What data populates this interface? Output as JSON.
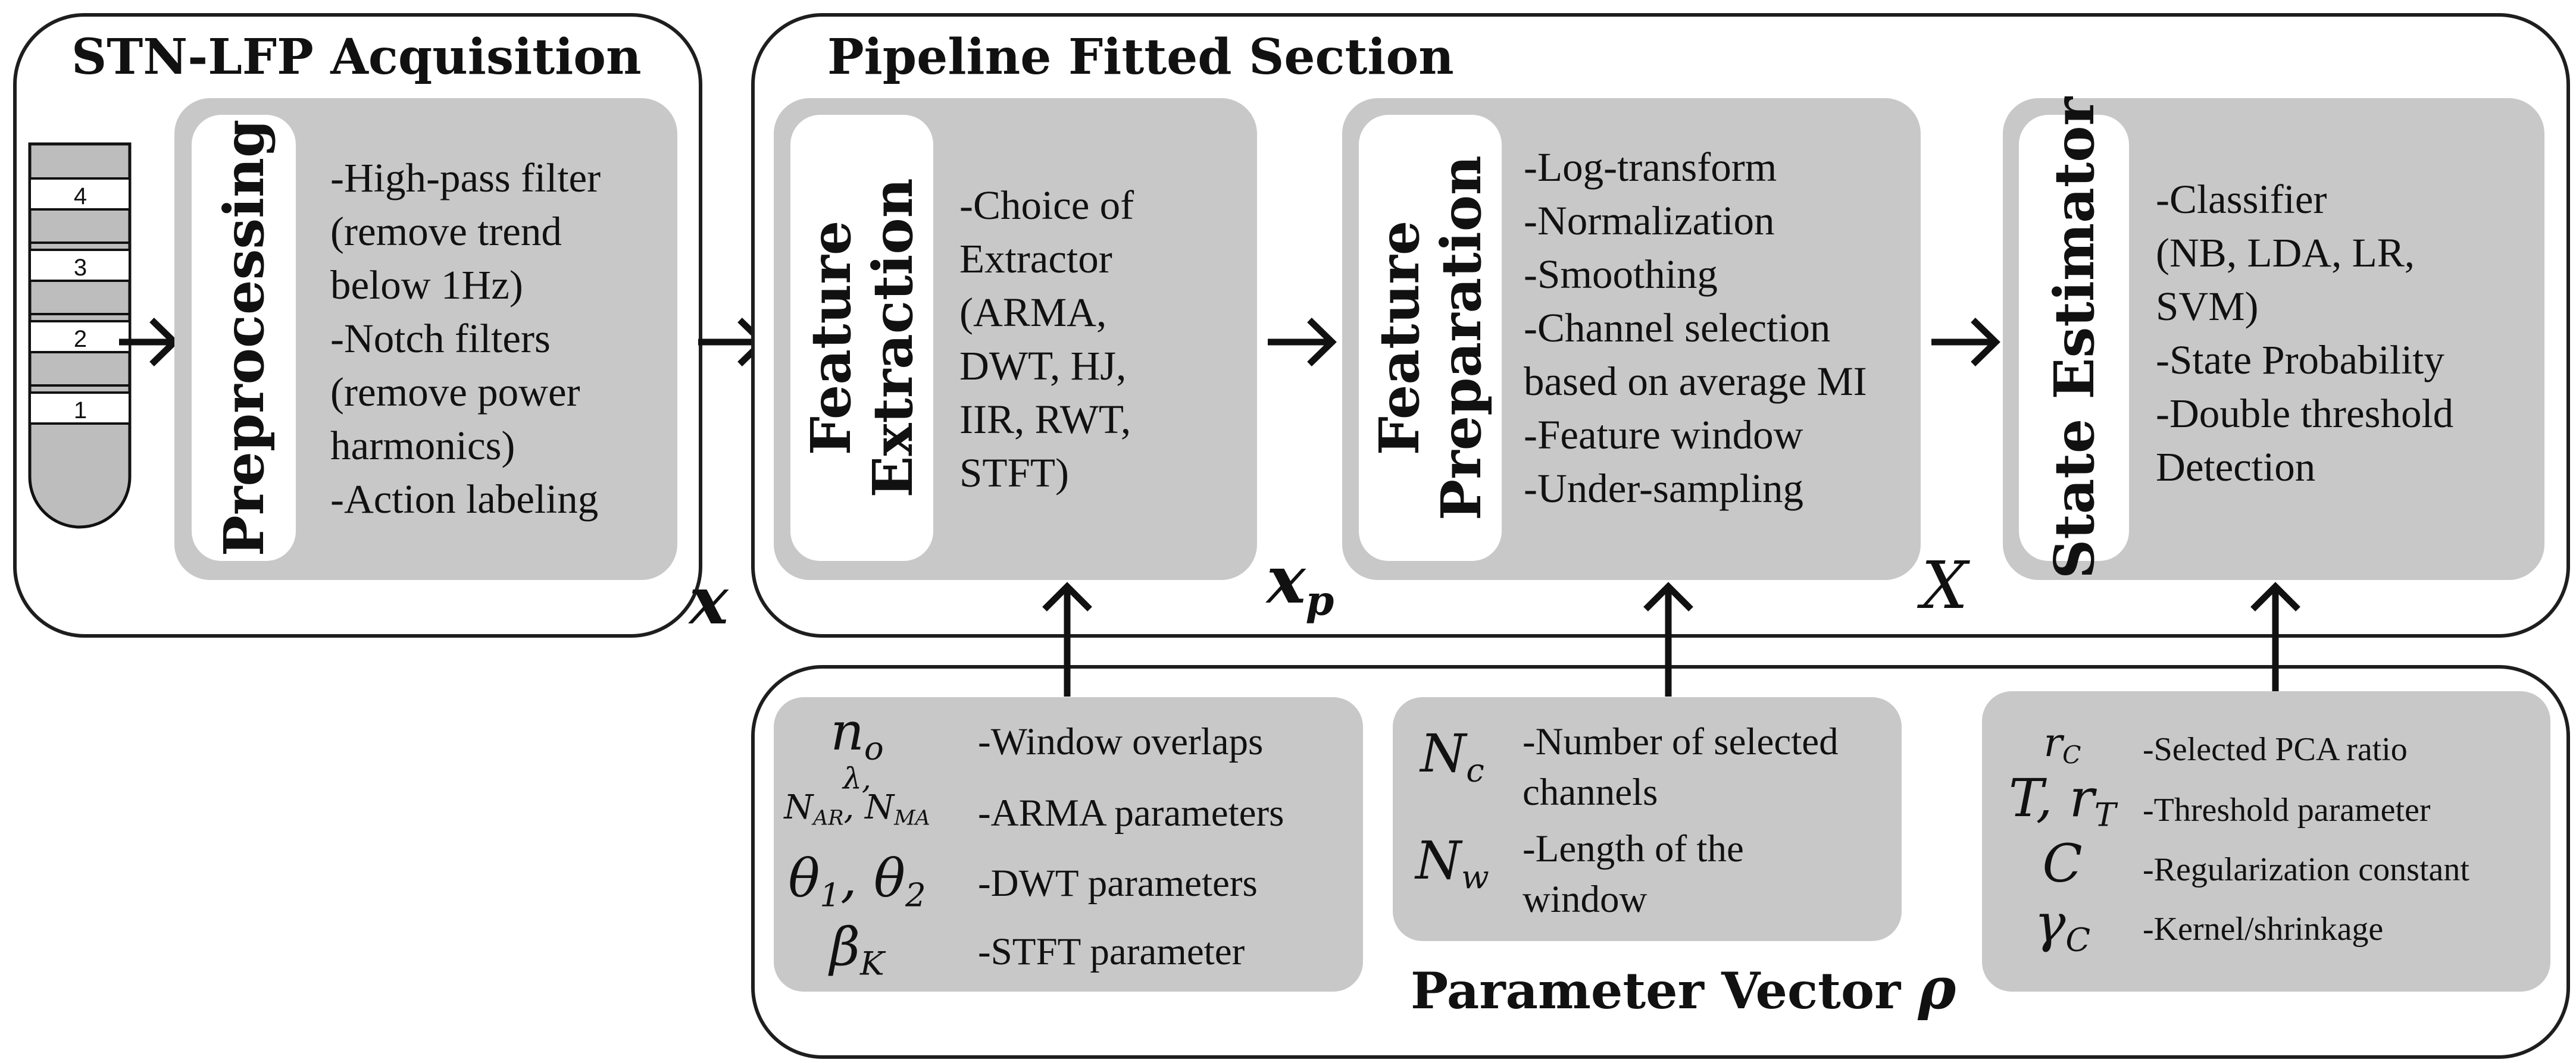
{
  "acquisition": {
    "title": "STN-LFP Acquisition",
    "electrode_labels": [
      "4",
      "3",
      "2",
      "1"
    ],
    "preprocessing": {
      "label": "Preprocessing",
      "items": [
        "-High-pass filter",
        "(remove trend",
        "below 1Hz)",
        "-Notch filters",
        "(remove power",
        "harmonics)",
        "-Action labeling"
      ]
    },
    "output_var": "x"
  },
  "pipeline": {
    "title": "Pipeline Fitted Section",
    "extraction": {
      "label_line1": "Feature",
      "label_line2": "Extraction",
      "items": [
        "-Choice of",
        "Extractor",
        "(ARMA,",
        "DWT, HJ,",
        "IIR, RWT,",
        "STFT)"
      ],
      "output_var": "x",
      "output_sub": "p"
    },
    "preparation": {
      "label_line1": "Feature",
      "label_line2": "Preparation",
      "items": [
        "-Log-transform",
        "-Normalization",
        "-Smoothing",
        "-Channel selection",
        "based on average MI",
        "-Feature window",
        "-Under-sampling"
      ],
      "output_var": "X"
    },
    "estimator": {
      "label": "State Estimator",
      "items": [
        "-Classifier",
        "(NB, LDA, LR,",
        "SVM)",
        "-State Probability",
        "-Double threshold",
        "Detection"
      ]
    }
  },
  "parameters": {
    "title": "Parameter Vector",
    "symbol": "ρ",
    "extraction_params": [
      {
        "symbol": "n",
        "sub": "o",
        "label": "-Window overlaps"
      },
      {
        "symbol": "λ,",
        "sub": "",
        "label": ""
      },
      {
        "symbol": "N",
        "sub": "AR",
        "symbol2": ", N",
        "sub2": "MA",
        "label": "-ARMA parameters"
      },
      {
        "symbol": "θ",
        "sub": "1",
        "symbol2": ", θ",
        "sub2": "2",
        "label": "-DWT parameters"
      },
      {
        "symbol": "β",
        "sub": "K",
        "label": "-STFT parameter"
      }
    ],
    "preparation_params": [
      {
        "symbol": "N",
        "sub": "c",
        "label_line1": "-Number of selected",
        "label_line2": "channels"
      },
      {
        "symbol": "N",
        "sub": "w",
        "label_line1": "-Length of the",
        "label_line2": "window"
      }
    ],
    "estimator_params": [
      {
        "symbol": "r",
        "sub": "C",
        "label": "-Selected PCA ratio"
      },
      {
        "symbol": "T, r",
        "sub": "T",
        "label": "-Threshold parameter"
      },
      {
        "symbol": "C",
        "sub": "",
        "label": "-Regularization constant"
      },
      {
        "symbol": "γ",
        "sub": "C",
        "label": "-Kernel/shrinkage"
      }
    ]
  }
}
